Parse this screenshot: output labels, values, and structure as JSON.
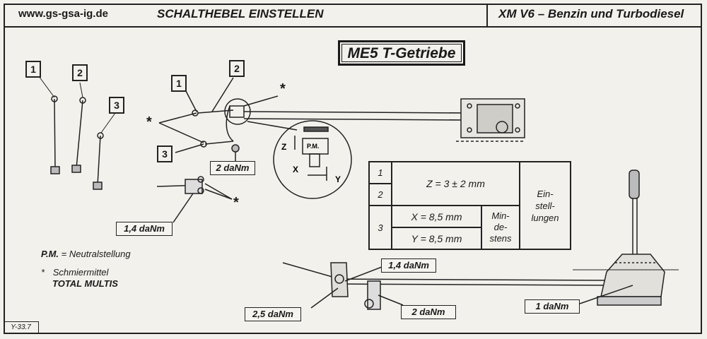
{
  "header": {
    "url": "www.gs-gsa-ig.de",
    "title": "SCHALTHEBEL EINSTELLEN",
    "model": "XM V6 – Benzin und Turbodiesel"
  },
  "gearbox_label": "ME5 T-Getriebe",
  "callouts": {
    "n1": "1",
    "n2": "2",
    "n3": "3",
    "star": "*"
  },
  "detail": {
    "z": "Z",
    "x": "X",
    "y": "Y",
    "pm": "P.M."
  },
  "torques": {
    "t1": "2 daNm",
    "t2": "1,4 daNm",
    "t3": "1,4 daNm",
    "t4": "2,5 daNm",
    "t5": "2 daNm",
    "t6": "1 daNm"
  },
  "spec_table": {
    "row1_num": "1",
    "row2_num": "2",
    "row3_num": "3",
    "z_value": "Z = 3 ± 2 mm",
    "x_value": "X = 8,5 mm",
    "y_value": "Y = 8,5 mm",
    "mindestens": "Min-\nde-\nstens",
    "einstellungen": "Ein-\nstell-\nlungen"
  },
  "notes": {
    "pm_abbr": "P.M.",
    "pm_text": " = Neutralstellung",
    "star": "*",
    "lube_text": "Schmiermittel",
    "lube_brand": "TOTAL MULTIS"
  },
  "ref_code": "Y-33.7"
}
